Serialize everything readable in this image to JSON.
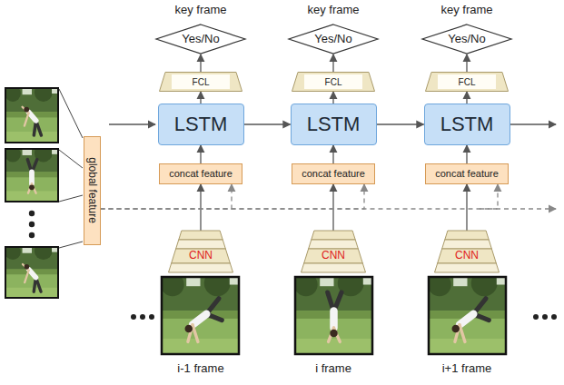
{
  "diagram": {
    "nodes": [
      {
        "text": [
          "global feature"
        ]
      },
      {
        "text": [
          "Yes/No"
        ]
      },
      {
        "text": [
          "FCL"
        ]
      },
      {
        "text": [
          "LSTM"
        ]
      },
      {
        "text": [
          "concat feature"
        ]
      },
      {
        "text": [
          "CNN"
        ]
      },
      {
        "text": [
          "Yes/No"
        ]
      },
      {
        "text": [
          "FCL"
        ]
      },
      {
        "text": [
          "LSTM"
        ]
      },
      {
        "text": [
          "concat feature"
        ]
      },
      {
        "text": [
          "CNN"
        ]
      },
      {
        "text": [
          "Yes/No"
        ]
      },
      {
        "text": [
          "FCL"
        ]
      },
      {
        "text": [
          "LSTM"
        ]
      },
      {
        "text": [
          "concat feature"
        ]
      },
      {
        "text": [
          "CNN"
        ]
      }
    ],
    "edges": [
      {
        "from": 5,
        "to": 4,
        "arrow": "to"
      },
      {
        "from": 4,
        "to": 3,
        "arrow": "to"
      },
      {
        "from": 3,
        "to": 2,
        "arrow": "to"
      },
      {
        "from": 2,
        "to": 1,
        "arrow": "to"
      },
      {
        "from": 10,
        "to": 9,
        "arrow": "to"
      },
      {
        "from": 9,
        "to": 8,
        "arrow": "to"
      },
      {
        "from": 8,
        "to": 7,
        "arrow": "to"
      },
      {
        "from": 7,
        "to": 6,
        "arrow": "to"
      },
      {
        "from": 15,
        "to": 14,
        "arrow": "to"
      },
      {
        "from": 14,
        "to": 13,
        "arrow": "to"
      },
      {
        "from": 13,
        "to": 12,
        "arrow": "to"
      },
      {
        "from": 12,
        "to": 11,
        "arrow": "to"
      },
      {
        "from": 3,
        "to": 8,
        "arrow": "to"
      },
      {
        "from": 8,
        "to": 13,
        "arrow": "to"
      },
      {
        "from": 0,
        "to": 4,
        "arrow": "to"
      },
      {
        "from": 0,
        "to": 9,
        "arrow": "to"
      },
      {
        "from": 0,
        "to": 14,
        "arrow": "to"
      }
    ],
    "labels": [
      "key frame",
      "key frame",
      "key frame",
      "i-1 frame",
      "i frame",
      "i+1 frame"
    ]
  }
}
